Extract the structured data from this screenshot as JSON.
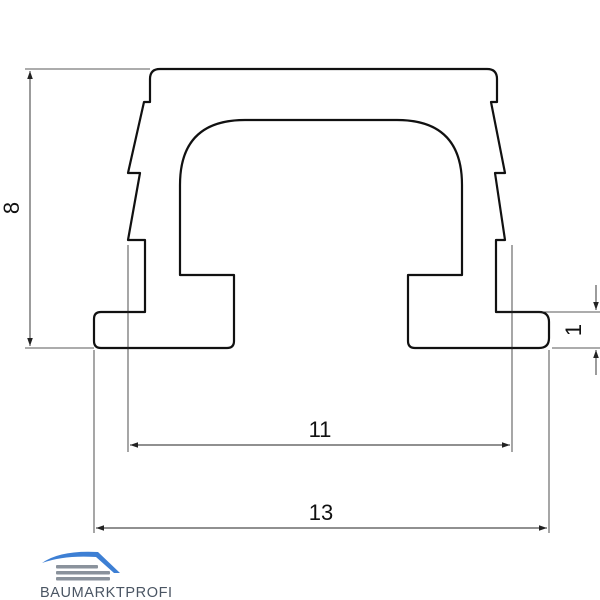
{
  "dimensions": {
    "height_label": "8",
    "inner_width_label": "11",
    "outer_width_label": "13",
    "foot_thickness_label": "1"
  },
  "logo": {
    "text": "BAUMARKTPROFI",
    "colors": {
      "roof_blue": "#3d7fd4",
      "stripe_gray": "#8a929c",
      "text_gray": "#4a5563"
    }
  },
  "colors": {
    "line": "#111111",
    "dimension_line": "#222222",
    "background": "#ffffff"
  }
}
